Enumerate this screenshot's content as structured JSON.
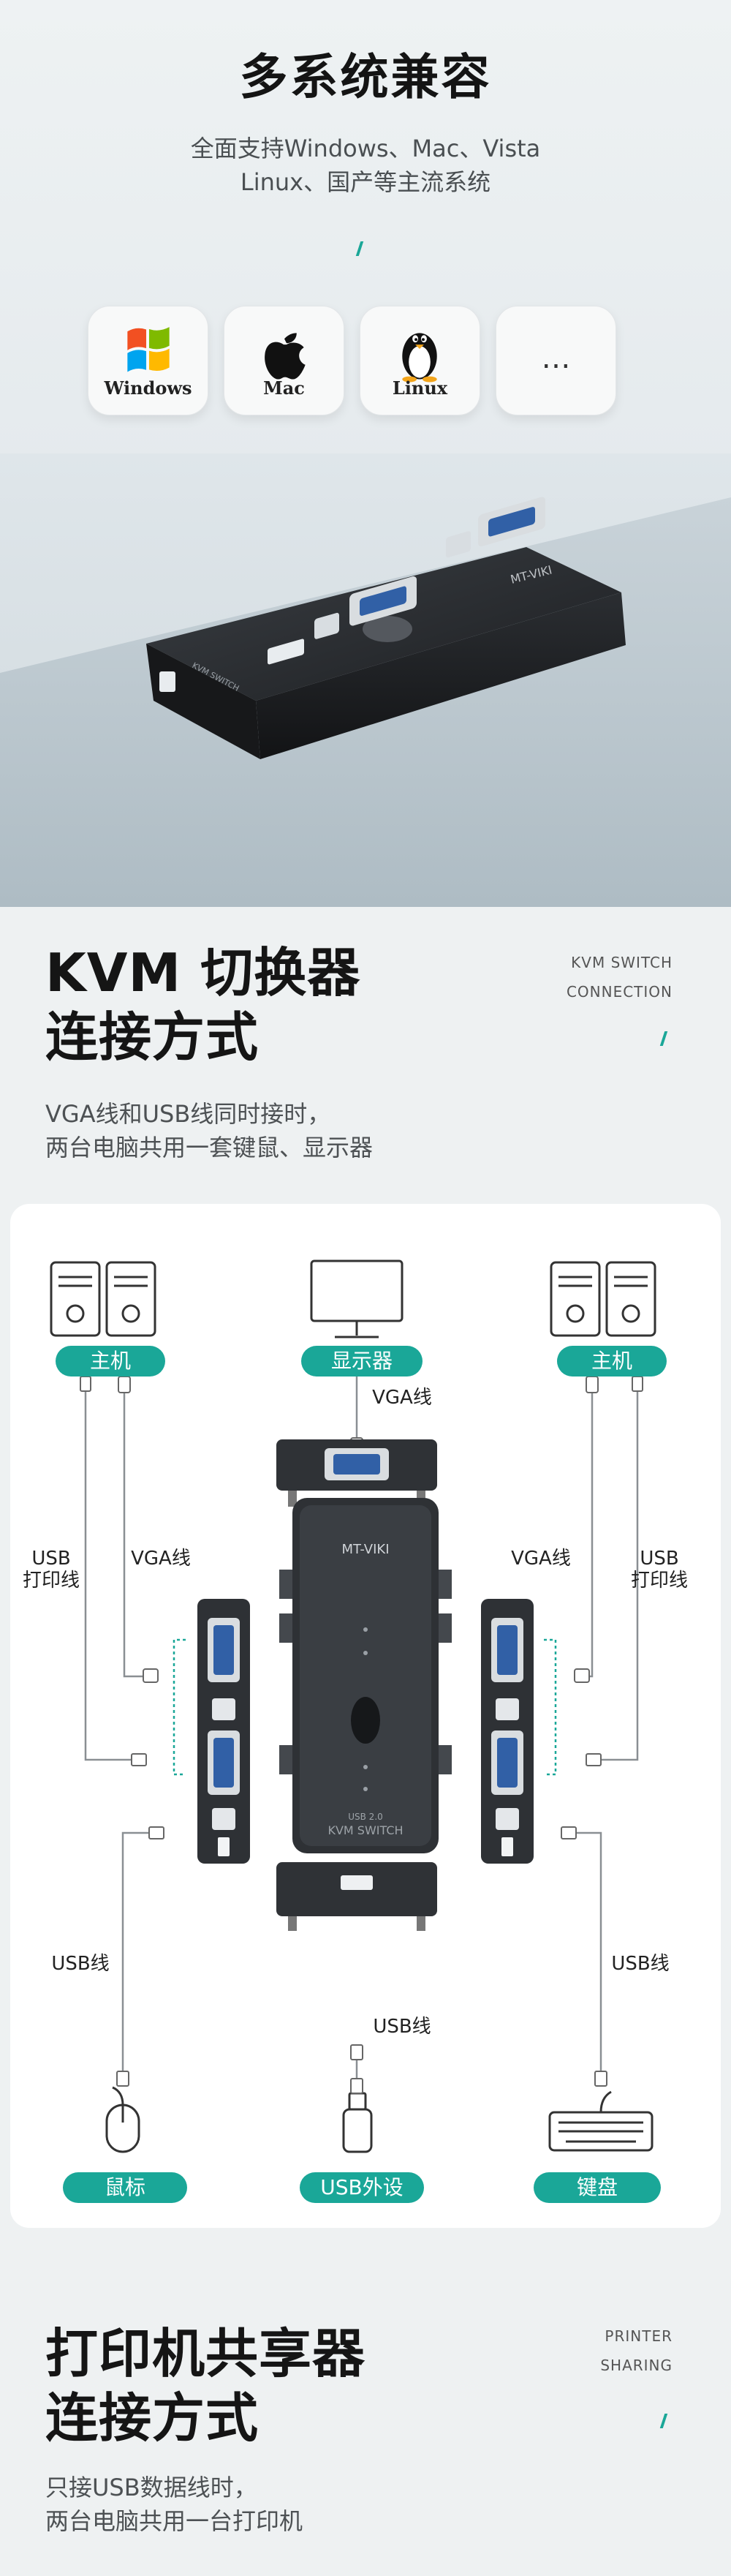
{
  "section_os": {
    "title": "多系统兼容",
    "subtitle_line1": "全面支持Windows、Mac、Vista",
    "subtitle_line2": "Linux、国产等主流系统",
    "os_cards": [
      {
        "label": "Windows",
        "icon": "windows-logo-icon"
      },
      {
        "label": "Mac",
        "icon": "apple-logo-icon"
      },
      {
        "label": "Linux",
        "icon": "linux-penguin-icon"
      },
      {
        "label": "…",
        "icon": "more-icon"
      }
    ],
    "product_brand": "MT-VIKI",
    "product_model_text": "KVM SWITCH"
  },
  "section_kvm": {
    "title_line1": "KVM 切换器",
    "title_line2": "连接方式",
    "en_line1": "KVM SWITCH",
    "en_line2": "CONNECTION",
    "desc_line1": "VGA线和USB线同时接时，",
    "desc_line2": "两台电脑共用一套键鼠、显示器",
    "diagram": {
      "host_left": "主机",
      "monitor": "显示器",
      "host_right": "主机",
      "vga_top": "VGA线",
      "usb_print_left_1": "USB",
      "usb_print_left_2": "打印线",
      "vga_left": "VGA线",
      "vga_right": "VGA线",
      "usb_print_right_1": "USB",
      "usb_print_right_2": "打印线",
      "usb_left": "USB线",
      "usb_bottom": "USB线",
      "usb_right": "USB线",
      "mouse": "鼠标",
      "usb_device": "USB外设",
      "keyboard": "键盘",
      "device_brand": "MT-VIKI",
      "device_model_1": "USB 2.0",
      "device_model_2": "KVM SWITCH"
    }
  },
  "section_printer": {
    "title_line1": "打印机共享器",
    "title_line2": "连接方式",
    "en_line1": "PRINTER",
    "en_line2": "SHARING",
    "desc_line1": "只接USB数据线时，",
    "desc_line2": "两台电脑共用一台打印机"
  },
  "colors": {
    "accent": "#1aa798",
    "device": "#2f3236"
  }
}
